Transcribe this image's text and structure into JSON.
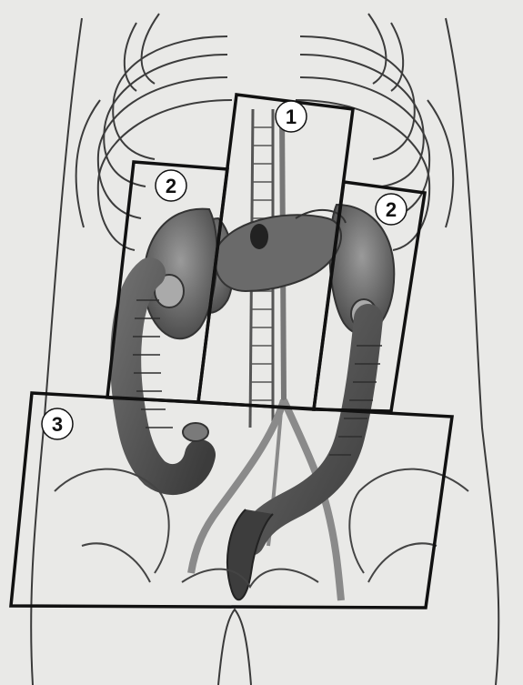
{
  "diagram": {
    "zones": [
      {
        "id": "zone-1",
        "label": "1"
      },
      {
        "id": "zone-2-left",
        "label": "2"
      },
      {
        "id": "zone-2-right",
        "label": "2"
      },
      {
        "id": "zone-3",
        "label": "3"
      }
    ]
  },
  "colors": {
    "background": "#e9e9e7",
    "outline": "#111111",
    "organ": "#5b5b5b",
    "organ_light": "#8a8a8a",
    "bone": "#4a4a4a"
  }
}
